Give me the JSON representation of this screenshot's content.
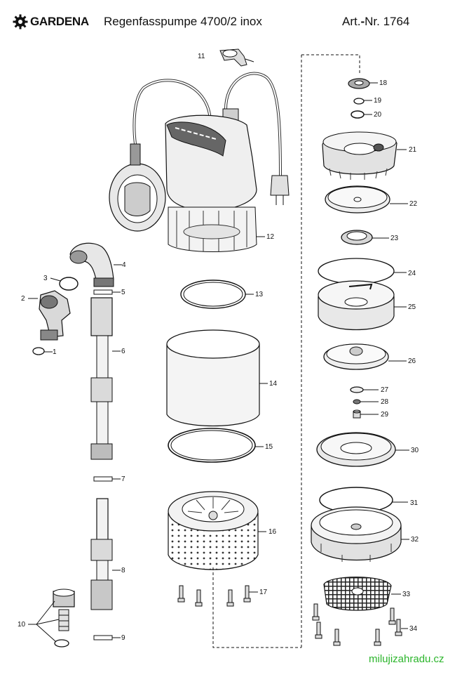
{
  "header": {
    "brand": "GARDENA",
    "product": "Regenfasspumpe 4700/2 inox",
    "art_prefix": "Art.",
    "art_dash": "-",
    "art_rest": "Nr. 1764"
  },
  "parts": {
    "p1": "1",
    "p2": "2",
    "p3": "3",
    "p4": "4",
    "p5": "5",
    "p6": "6",
    "p7": "7",
    "p8": "8",
    "p9": "9",
    "p10": "10",
    "p11": "11",
    "p12": "12",
    "p13": "13",
    "p14": "14",
    "p15": "15",
    "p16": "16",
    "p17": "17",
    "p18": "18",
    "p19": "19",
    "p20": "20",
    "p21": "21",
    "p22": "22",
    "p23": "23",
    "p24": "24",
    "p25": "25",
    "p26": "26",
    "p27": "27",
    "p28": "28",
    "p29": "29",
    "p30": "30",
    "p31": "31",
    "p32": "32",
    "p33": "33",
    "p34": "34"
  },
  "watermark": "milujizahradu.cz",
  "colors": {
    "watermark": "#2bb52b",
    "line": "#111111",
    "part_fill": "#e6e6e6",
    "part_dark": "#555555"
  }
}
